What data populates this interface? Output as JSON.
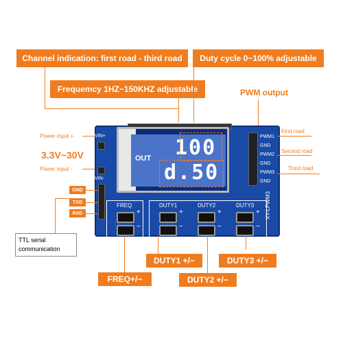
{
  "callouts": {
    "channel": "Channel indication: first road - third road",
    "duty_range": "Duty cycle 0~100% adjustable",
    "frequency": "Frequemcy 1HZ~150KHZ adjustable",
    "pwm_output": "PWM output",
    "power_input_plus": "Power input +",
    "voltage": "3.3V~30V",
    "power_input_minus": "Power input -",
    "first_road": "First road",
    "second_road": "Second road",
    "third_road": "Third road",
    "gnd": "GND",
    "txd": "TXD",
    "rxd": "RXD",
    "ttl_line1": "TTL serial",
    "ttl_line2": "communication",
    "freq_ctrl": "FREQ+/−",
    "duty1_ctrl": "DUTY1 +/−",
    "duty2_ctrl": "DUTY2 +/−",
    "duty3_ctrl": "DUTY3 +/−"
  },
  "board": {
    "lcd_out": "OUT",
    "lcd_top": "100",
    "lcd_bottom": "d.50",
    "vin_plus": "VIN+",
    "vin_minus": "VIN-",
    "pins": [
      "PWM1",
      "GND",
      "PWM2",
      "GND",
      "PWM3",
      "GND"
    ],
    "freq": "FREQ",
    "duty1": "DUTY1",
    "duty2": "DUTY2",
    "duty3": "DUTY3",
    "model": "XY-LPWM3",
    "minus_sign": "−",
    "plus_sign": "+"
  },
  "colors": {
    "accent": "#f07c1e",
    "board": "#1a4aa8",
    "lcd": "#4b74c9"
  }
}
